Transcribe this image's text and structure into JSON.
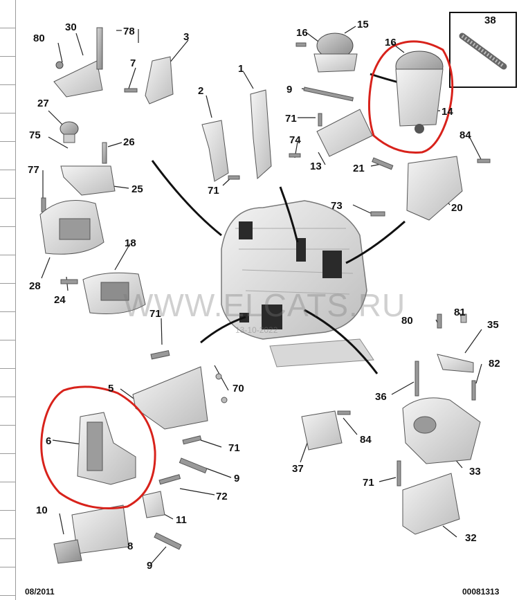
{
  "part_numbers": {
    "p1": "1",
    "p2": "2",
    "p3": "3",
    "p5": "5",
    "p6": "6",
    "p7": "7",
    "p8": "8",
    "p9a": "9",
    "p9b": "9",
    "p9c": "9",
    "p10": "10",
    "p11": "11",
    "p13": "13",
    "p14": "14",
    "p15": "15",
    "p16a": "16",
    "p16b": "16",
    "p18": "18",
    "p20": "20",
    "p21": "21",
    "p24": "24",
    "p25": "25",
    "p26": "26",
    "p27": "27",
    "p28": "28",
    "p30": "30",
    "p32": "32",
    "p33": "33",
    "p35": "35",
    "p36": "36",
    "p37": "37",
    "p38": "38",
    "p70": "70",
    "p71a": "71",
    "p71b": "71",
    "p71c": "71",
    "p71d": "71",
    "p71e": "71",
    "p72": "72",
    "p73": "73",
    "p74": "74",
    "p75": "75",
    "p77": "77",
    "p78": "78",
    "p80a": "80",
    "p80b": "80",
    "p81": "81",
    "p82": "82",
    "p84a": "84",
    "p84b": "84"
  },
  "footer": {
    "date": "08/2011",
    "ref": "00081313"
  },
  "watermark": {
    "text": "WWW.ELCATS.RU",
    "sub": "13-10-2022"
  },
  "colors": {
    "highlight": "#d8221b",
    "line": "#111111",
    "part_fill": "#e6e6e6",
    "part_stroke": "#3a3a3a"
  },
  "highlighted_parts": [
    "14",
    "6"
  ]
}
